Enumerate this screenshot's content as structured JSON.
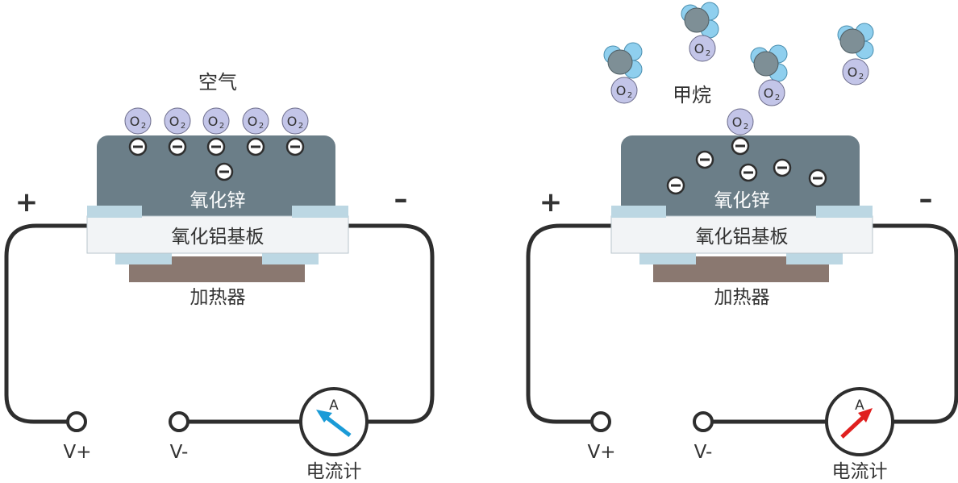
{
  "left": {
    "gas_label": "空气",
    "sensing_layer_label": "氧化锌",
    "substrate_label": "氧化铝基板",
    "heater_label": "加热器",
    "plus_sign": "+",
    "minus_sign": "–",
    "terminal_pos_label": "V+",
    "terminal_neg_label": "V-",
    "ammeter_symbol": "A",
    "ammeter_label": "电流计",
    "needle_color": "#1a9bd7"
  },
  "right": {
    "gas_label": "甲烷",
    "sensing_layer_label": "氧化锌",
    "substrate_label": "氧化铝基板",
    "heater_label": "加热器",
    "plus_sign": "+",
    "minus_sign": "–",
    "terminal_pos_label": "V+",
    "terminal_neg_label": "V-",
    "ammeter_symbol": "A",
    "ammeter_label": "电流计",
    "needle_color": "#e0201f"
  },
  "oxygen": {
    "symbol": "O",
    "subscript": "2"
  },
  "electron_symbol": "−",
  "colors": {
    "zinc_oxide": "#6b7e88",
    "substrate": "#f2f4f6",
    "electrode": "#bcd7e3",
    "heater": "#8a7870",
    "oxygen_ion": "#c3c5e8",
    "methane_carbon": "#7e8f96",
    "methane_hydrogen": "#8fcfee",
    "wire": "#2e2e2e"
  }
}
